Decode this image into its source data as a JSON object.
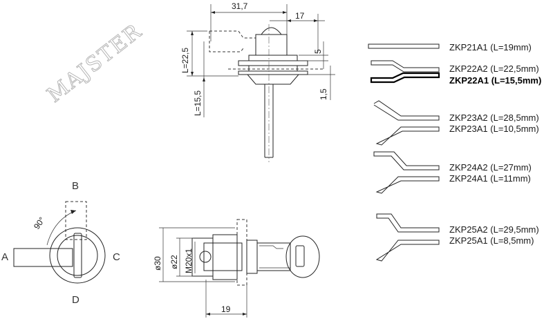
{
  "watermark": "MAJSTER",
  "dimensions": {
    "top_width": "31,7",
    "top_right": "17",
    "left_height": "L=22,5",
    "gap_5": "5",
    "left_lower": "L=15,5",
    "gap_1_5": "1,5",
    "dia_30": "ø30",
    "dia_22": "ø22",
    "thread": "M20x1",
    "length_19": "19"
  },
  "rotation": {
    "angle": "90°",
    "positions": {
      "a": "A",
      "b": "B",
      "c": "C",
      "d": "D"
    }
  },
  "cams": [
    {
      "code": "ZKP21A1 (L=19mm)",
      "highlight": false
    },
    {
      "code": "ZKP22A2 (L=22,5mm)",
      "highlight": false
    },
    {
      "code": "ZKP22A1 (L=15,5mm)",
      "highlight": true
    },
    {
      "code": "ZKP23A2 (L=28,5mm)",
      "highlight": false
    },
    {
      "code": "ZKP23A1 (L=10,5mm)",
      "highlight": false
    },
    {
      "code": "ZKP24A2 (L=27mm)",
      "highlight": false
    },
    {
      "code": "ZKP24A1 (L=11mm)",
      "highlight": false
    },
    {
      "code": "ZKP25A2 (L=29,5mm)",
      "highlight": false
    },
    {
      "code": "ZKP25A1 (L=8,5mm)",
      "highlight": false
    }
  ]
}
